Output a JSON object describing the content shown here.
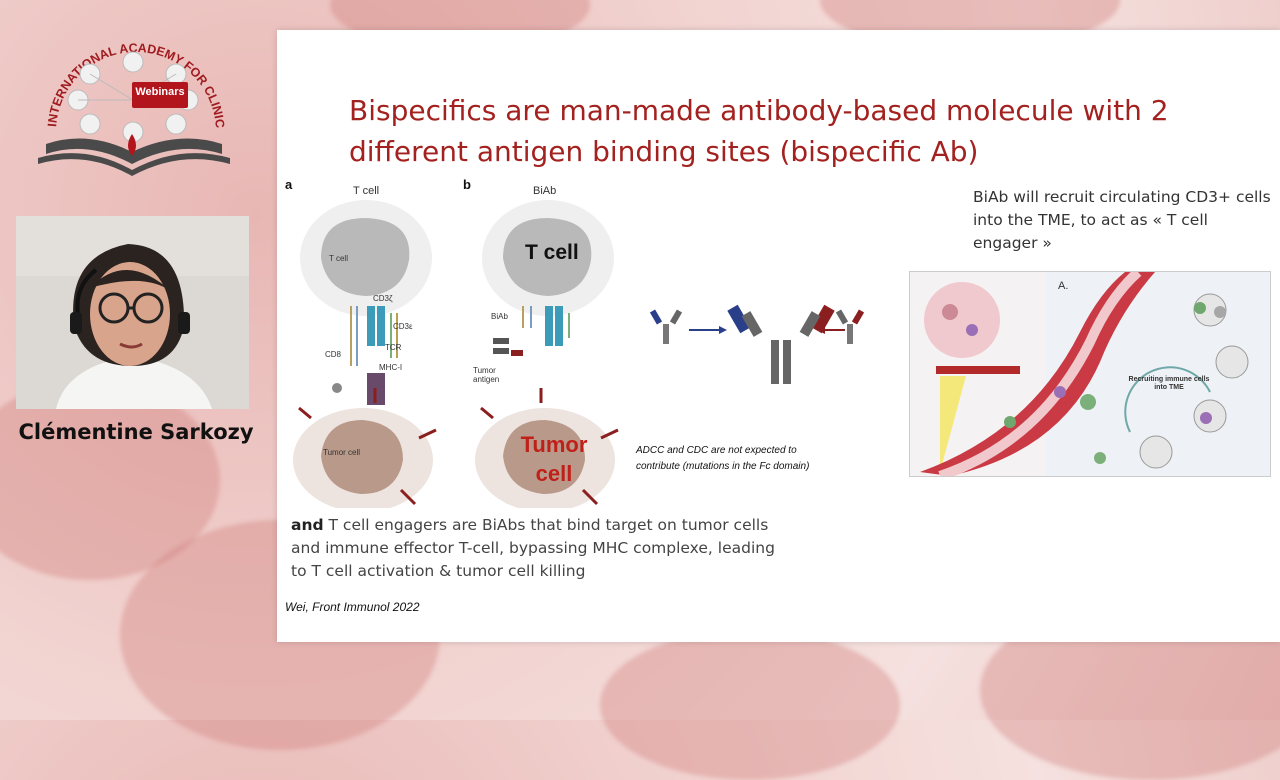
{
  "logo": {
    "arc_text": "INTERNATIONAL ACADEMY FOR CLINICAL HEMATOLOGY",
    "badge": "Webinars"
  },
  "speaker": {
    "name": "Clémentine Sarkozy"
  },
  "slide": {
    "title_line1": "Bispecifics are man-made antibody-based molecule with 2",
    "title_line2": "different antigen binding sites (bispecific Ab)",
    "panel_a": {
      "letter": "a",
      "header": "T cell",
      "t_cell": "T cell",
      "cd3z": "CD3ζ",
      "cd3e": "CD3ε",
      "tcr": "TCR",
      "cd8": "CD8",
      "mhc": "MHC-I",
      "tumor_cell": "Tumor cell"
    },
    "panel_b": {
      "letter": "b",
      "header": "BiAb",
      "t_cell_big": "T cell",
      "biab": "BiAb",
      "tumor_antigen_1": "Tumor",
      "tumor_antigen_2": "antigen",
      "tumor_big_1": "Tumor",
      "tumor_big_2": "cell"
    },
    "adcc_note": "ADCC and CDC are not expected to contribute (mutations in the Fc domain)",
    "right_text": "BiAb will recruit circulating CD3+ cells into the TME, to act as « T cell engager »",
    "tme_figure": {
      "panel_label": "A.",
      "caption": "Recruiting immune cells into TME"
    },
    "body_bold": "and",
    "body_rest": " T cell engagers are BiAbs that bind target on tumor cells and immune effector T-cell, bypassing MHC complexe, leading to T cell activation & tumor cell killing",
    "citation": "Wei, Front Immunol  2022"
  },
  "colors": {
    "title": "#a3221f",
    "badge": "#b3151c",
    "tumor_label": "#c0201a"
  }
}
